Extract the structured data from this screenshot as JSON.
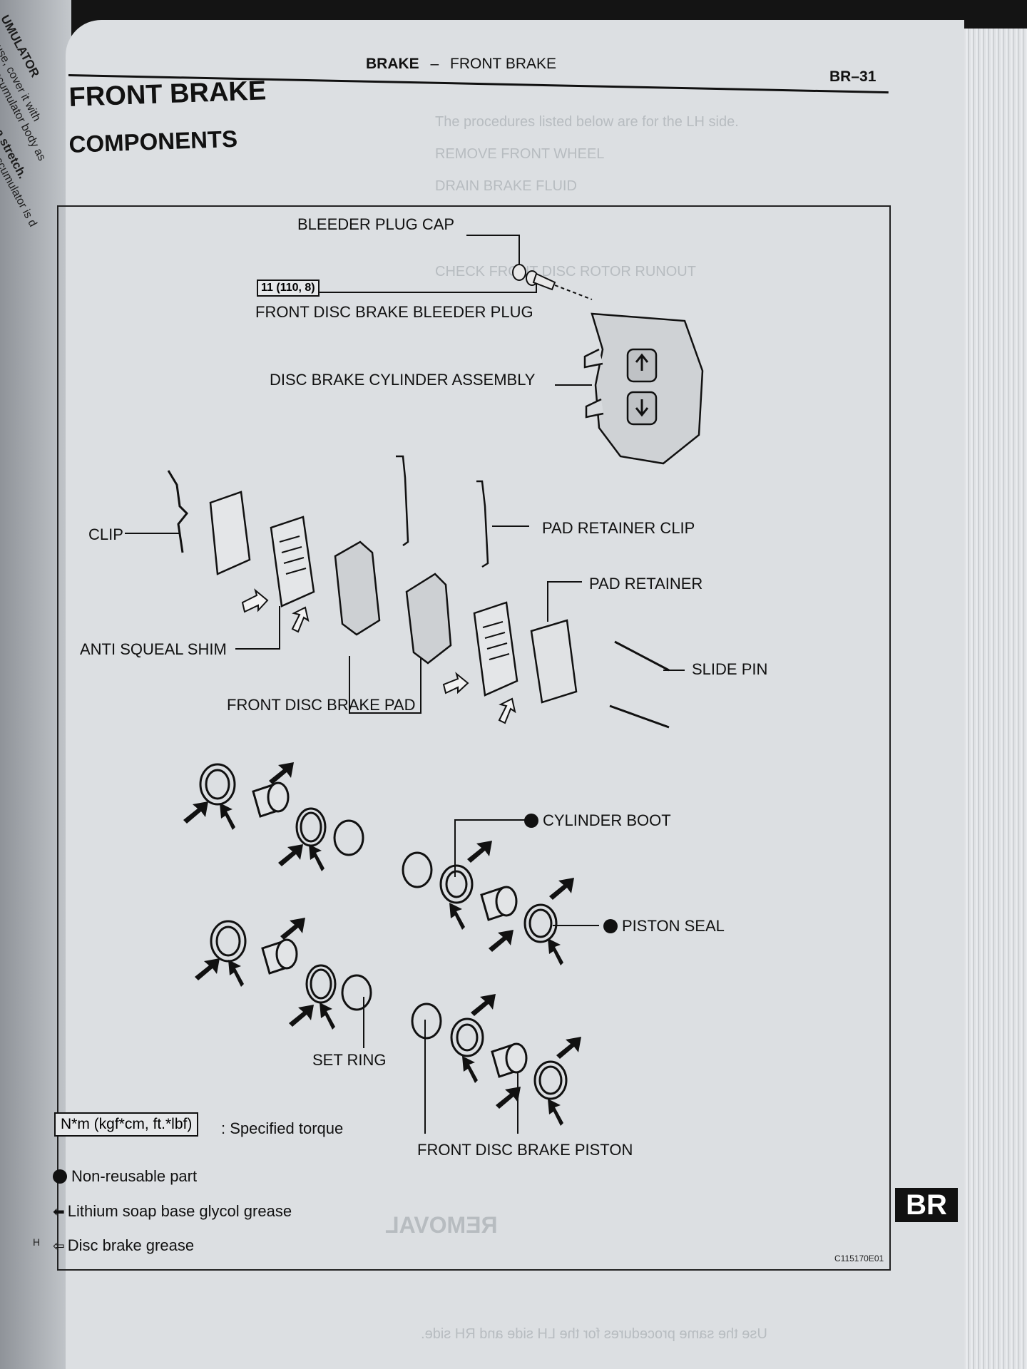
{
  "header": {
    "section": "BRAKE",
    "dash": "–",
    "subsection": "FRONT BRAKE",
    "page_number": "BR–31"
  },
  "titles": {
    "main": "FRONT BRAKE",
    "sub": "COMPONENTS"
  },
  "left_page": {
    "lines": [
      "UMULATOR",
      "use, cover it with",
      "ccumulator body as",
      "a stretch.",
      "ccumulator is d"
    ]
  },
  "callouts": {
    "bleeder_plug_cap": "BLEEDER PLUG CAP",
    "torque_value": "11 (110, 8)",
    "bleeder_plug": "FRONT DISC BRAKE BLEEDER PLUG",
    "cylinder_assembly": "DISC BRAKE CYLINDER ASSEMBLY",
    "clip": "CLIP",
    "pad_retainer_clip": "PAD RETAINER CLIP",
    "pad_retainer": "PAD RETAINER",
    "anti_squeal_shim": "ANTI SQUEAL SHIM",
    "slide_pin": "SLIDE PIN",
    "disc_brake_pad": "FRONT DISC BRAKE PAD",
    "cylinder_boot": "CYLINDER BOOT",
    "piston_seal": "PISTON SEAL",
    "set_ring": "SET RING",
    "piston": "FRONT DISC BRAKE PISTON"
  },
  "legend": {
    "torque_units": "N*m (kgf*cm, ft.*lbf)",
    "torque_desc": ": Specified torque",
    "non_reusable": "Non-reusable part",
    "lithium_grease": "Lithium soap base glycol grease",
    "disc_grease": "Disc brake grease"
  },
  "tab": "BR",
  "figure_id": "C115170E01",
  "corner_mark": "H",
  "colors": {
    "paper": "#dcdfe2",
    "ink": "#111111",
    "bleed_through": "#9aa0a6"
  }
}
